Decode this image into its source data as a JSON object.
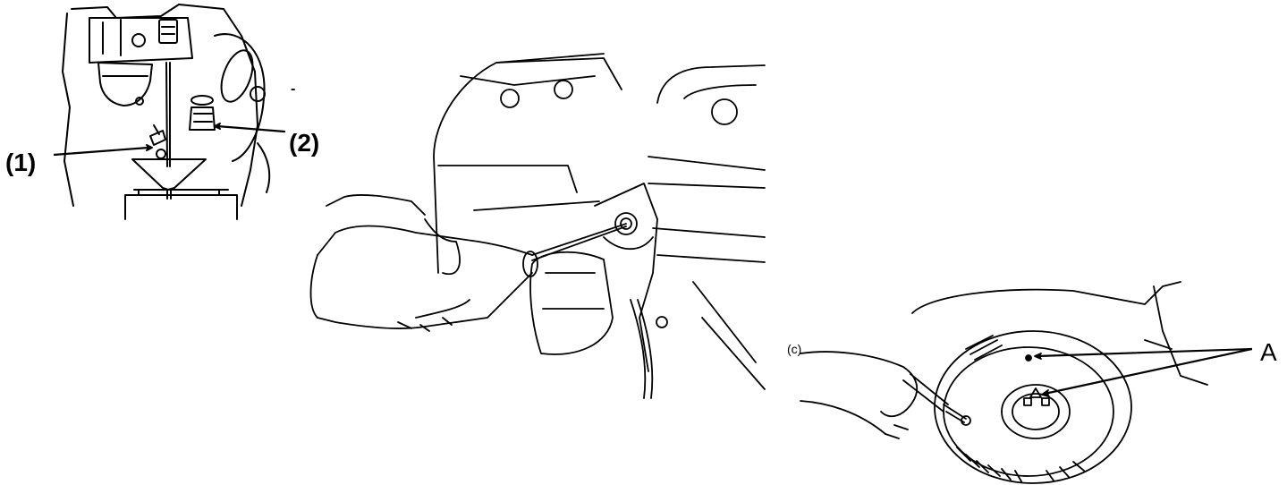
{
  "figure": {
    "panels": [
      {
        "id": "drain-fuel",
        "callouts": [
          "(1)",
          "(2)"
        ]
      },
      {
        "id": "fill-oil",
        "callouts": []
      },
      {
        "id": "recoil-starter",
        "callouts": [
          "A"
        ]
      }
    ]
  },
  "labels": {
    "callout_1": "(1)",
    "callout_2": "(2)",
    "callout_a": "A"
  },
  "colors": {
    "ink": "#000000",
    "paper": "#ffffff"
  }
}
